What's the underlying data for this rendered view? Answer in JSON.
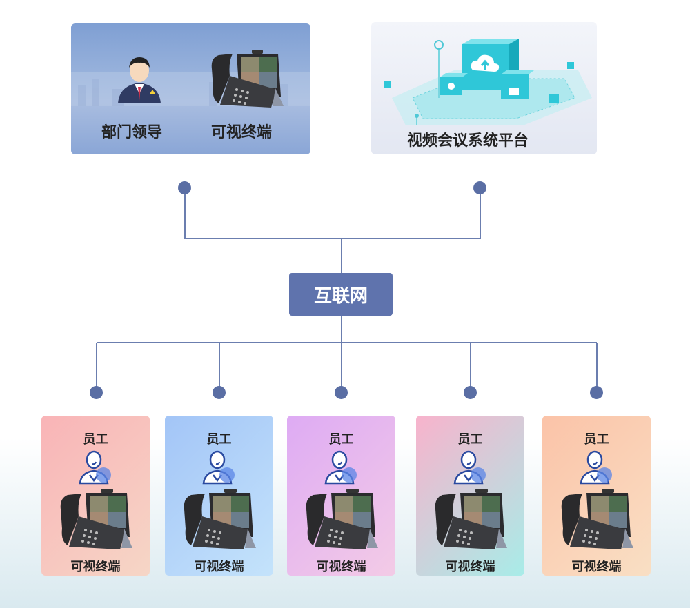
{
  "leader": {
    "role_label": "部门领导",
    "terminal_label": "可视终端"
  },
  "platform": {
    "label": "视频会议系统平台"
  },
  "hub": {
    "label": "互联网"
  },
  "employees": [
    {
      "title": "员工",
      "terminal": "可视终端",
      "bg": [
        "#f9b4b7",
        "#f6d6c6"
      ]
    },
    {
      "title": "员工",
      "terminal": "可视终端",
      "bg": [
        "#a3c5f7",
        "#c4e3fb"
      ]
    },
    {
      "title": "员工",
      "terminal": "可视终端",
      "bg": [
        "#deabf4",
        "#f3cbe6"
      ]
    },
    {
      "title": "员工",
      "terminal": "可视终端",
      "bg": [
        "#f8b3cc",
        "#a8ece8"
      ]
    },
    {
      "title": "员工",
      "terminal": "可视终端",
      "bg": [
        "#fbc3a8",
        "#f9dfc4"
      ]
    }
  ],
  "colors": {
    "line": "#6b7eaf",
    "dot": "#5a6ea4",
    "hub": "#5f73ad"
  }
}
